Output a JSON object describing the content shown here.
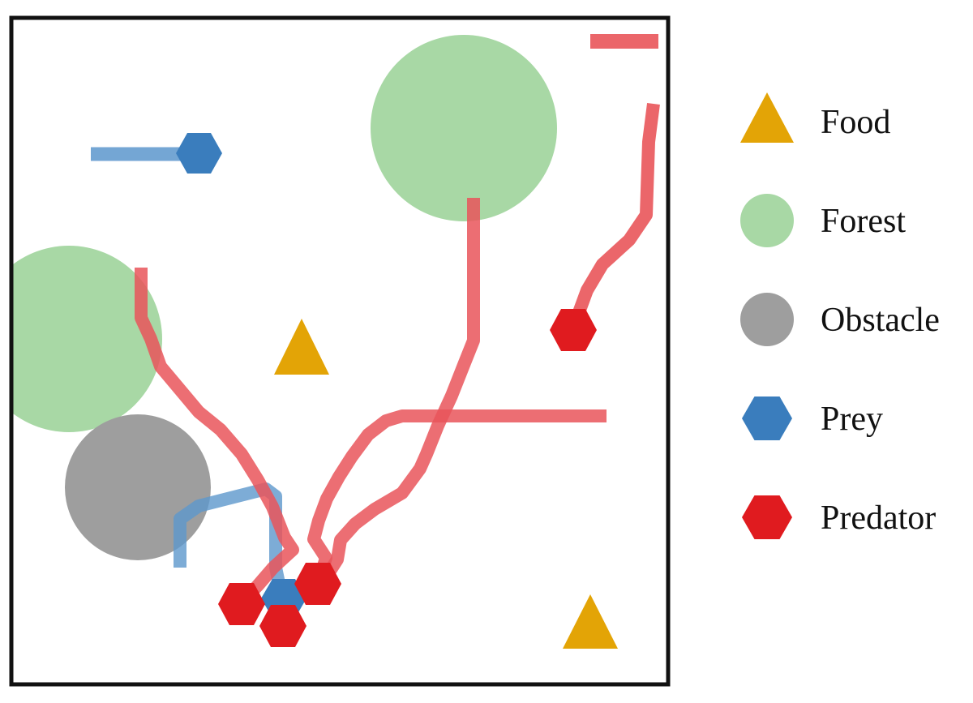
{
  "colors": {
    "food": "#e3a406",
    "forest": "#a8d8a5",
    "obstacle": "#9e9e9e",
    "prey": "#3a7dbd",
    "predator": "#e01b1f",
    "predator_trail": "#e9555a",
    "prey_trail": "#5c97cc",
    "border": "#111111"
  },
  "legend": [
    {
      "label": "Food",
      "icon": "triangle-icon",
      "kind": "food"
    },
    {
      "label": "Forest",
      "icon": "circle-icon",
      "kind": "forest"
    },
    {
      "label": "Obstacle",
      "icon": "circle-icon",
      "kind": "obstacle"
    },
    {
      "label": "Prey",
      "icon": "hexagon-icon",
      "kind": "prey"
    },
    {
      "label": "Predator",
      "icon": "hexagon-icon",
      "kind": "predator"
    }
  ]
}
